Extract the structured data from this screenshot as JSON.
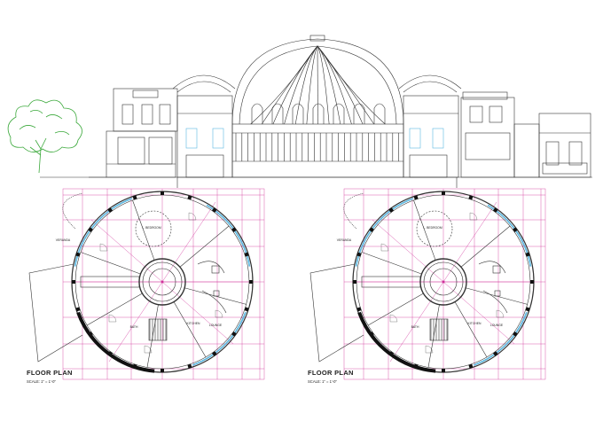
{
  "elevation": {
    "tree_color": "#3aa83a",
    "glass_color": "#3fa8d8"
  },
  "plans": [
    {
      "title": "FLOOR PLAN",
      "scale": "SCALE: 1\" = 1'-0\"",
      "rooms": {
        "veranda": "VERANDA",
        "room_top": "L. BEDROOM",
        "room_right": "LOUNGE",
        "room_bottom": "KITCHEN",
        "room_left": "BATH"
      }
    },
    {
      "title": "FLOOR PLAN",
      "scale": "SCALE: 1\" = 1'-0\"",
      "rooms": {
        "veranda": "VERANDA",
        "room_top": "L. BEDROOM",
        "room_right": "LOUNGE",
        "room_bottom": "KITCHEN",
        "room_left": "BATH"
      }
    }
  ],
  "colors": {
    "line": "#333333",
    "grid": "#d0309a",
    "window": "#5ab7e0",
    "wall": "#111111"
  }
}
